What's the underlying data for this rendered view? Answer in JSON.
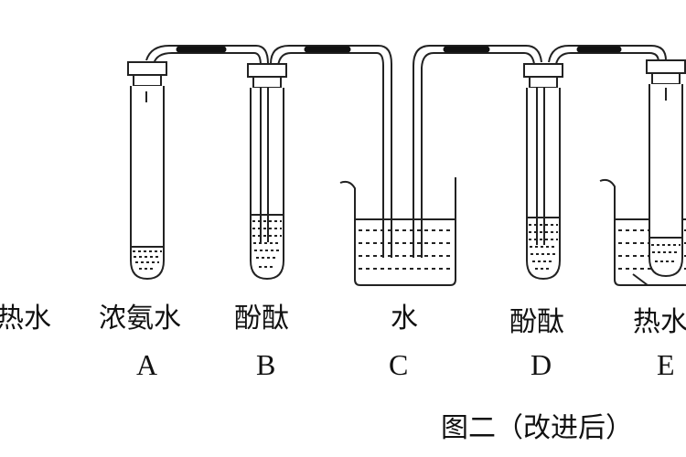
{
  "labels": {
    "left_partial": "热水",
    "A": "浓氨水",
    "B": "酚酞",
    "C": "水",
    "D": "酚酞",
    "E": "热水"
  },
  "letters": {
    "A": "A",
    "B": "B",
    "C": "C",
    "D": "D",
    "E": "E"
  },
  "captions": {
    "left_partial": "）",
    "right": "图二（改进后）"
  }
}
